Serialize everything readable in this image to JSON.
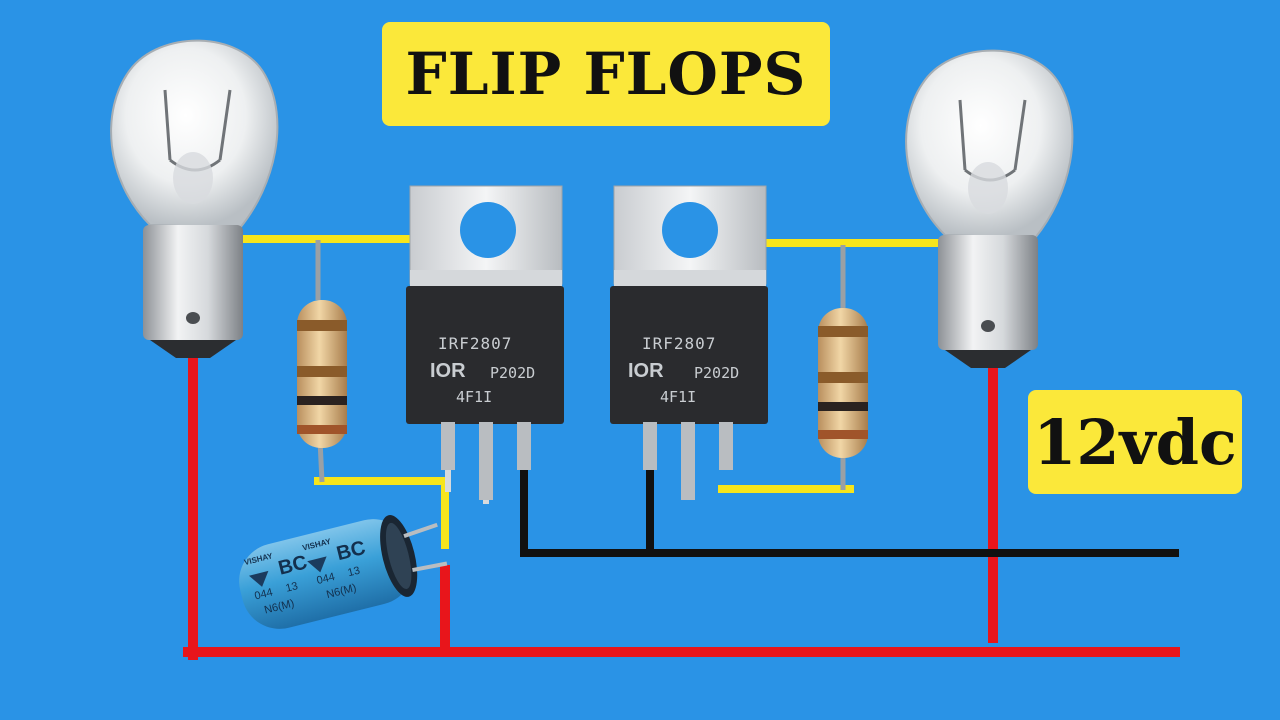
{
  "title": "FLIP FLOPS",
  "supply": "12vdc",
  "colors": {
    "background": "#2a93e6",
    "label_box": "#fbe83a",
    "wire_positive": "#e8151b",
    "wire_ground": "#111111",
    "wire_signal": "#f7e51c"
  },
  "components": {
    "mosfet_left": {
      "part": "IRF2807",
      "logo": "IOR",
      "code": "P202D",
      "lot": "4F1I"
    },
    "mosfet_right": {
      "part": "IRF2807",
      "logo": "IOR",
      "code": "P202D",
      "lot": "4F1I"
    },
    "capacitor": {
      "brand": "VISHAY",
      "series": "BC",
      "line1": "044",
      "line2": "13",
      "line3": "N6(M)"
    },
    "bulbs": [
      "bulb-left",
      "bulb-right"
    ],
    "resistors": [
      "resistor-left",
      "resistor-right"
    ]
  }
}
